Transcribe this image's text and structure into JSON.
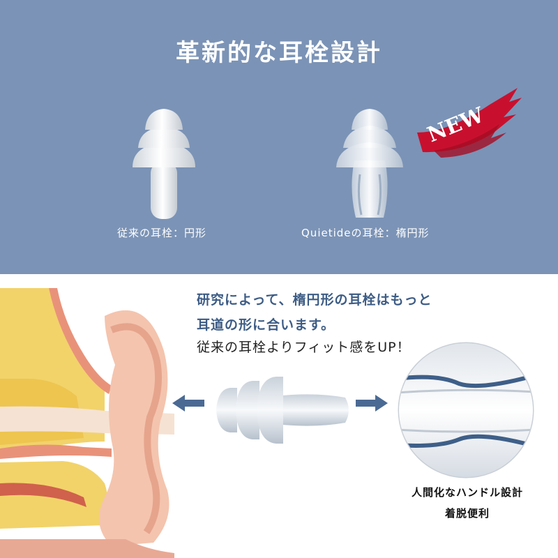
{
  "header": {
    "title": "革新的な耳栓設計",
    "badge": "NEW"
  },
  "products": {
    "conventional_caption": "従来の耳栓：円形",
    "new_caption": "Quietideの耳栓：楕円形"
  },
  "description": {
    "line1": "研究によって、楕円形の耳栓はもっと",
    "line2": "耳道の形に合います。",
    "line3": "従来の耳栓よりフィット感をUP！"
  },
  "feature": {
    "line1": "人間化なハンドル設計",
    "line2": "着脱便利"
  },
  "colors": {
    "top_background": "#7b93b6",
    "badge_red": "#c8102e",
    "text_blue": "#3d5c85",
    "arrow_blue": "#4a6a94"
  }
}
